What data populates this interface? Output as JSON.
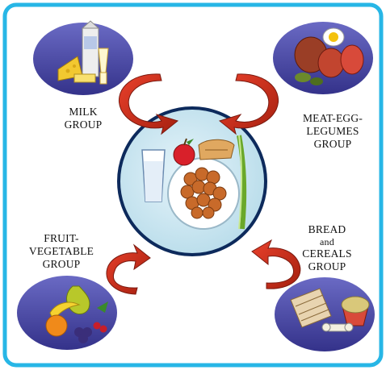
{
  "groups": {
    "milk": {
      "line1": "MILK",
      "line2": "GROUP"
    },
    "meat": {
      "line1": "MEAT-EGG-",
      "line2": "LEGUMES",
      "line3": "GROUP"
    },
    "fruit": {
      "line1": "FRUIT-",
      "line2": "VEGETABLE",
      "line3": "GROUP"
    },
    "bread": {
      "line1": "BREAD",
      "line2": "and",
      "line3": "CEREALS",
      "line4": "GROUP"
    }
  },
  "colors": {
    "frame": "#27b6e6",
    "oval_fill": "#4b4aa6",
    "plate_ring": "#0d2a5c",
    "plate_fill": "#cfe8f2",
    "arrow_red": "#d52b1e",
    "arrow_dark": "#7a1a10"
  },
  "icons": {
    "milk": "dairy-icon",
    "meat": "meat-egg-icon",
    "fruit": "fruit-basket-icon",
    "bread": "bread-cereal-icon",
    "plate": "meal-plate-icon"
  }
}
